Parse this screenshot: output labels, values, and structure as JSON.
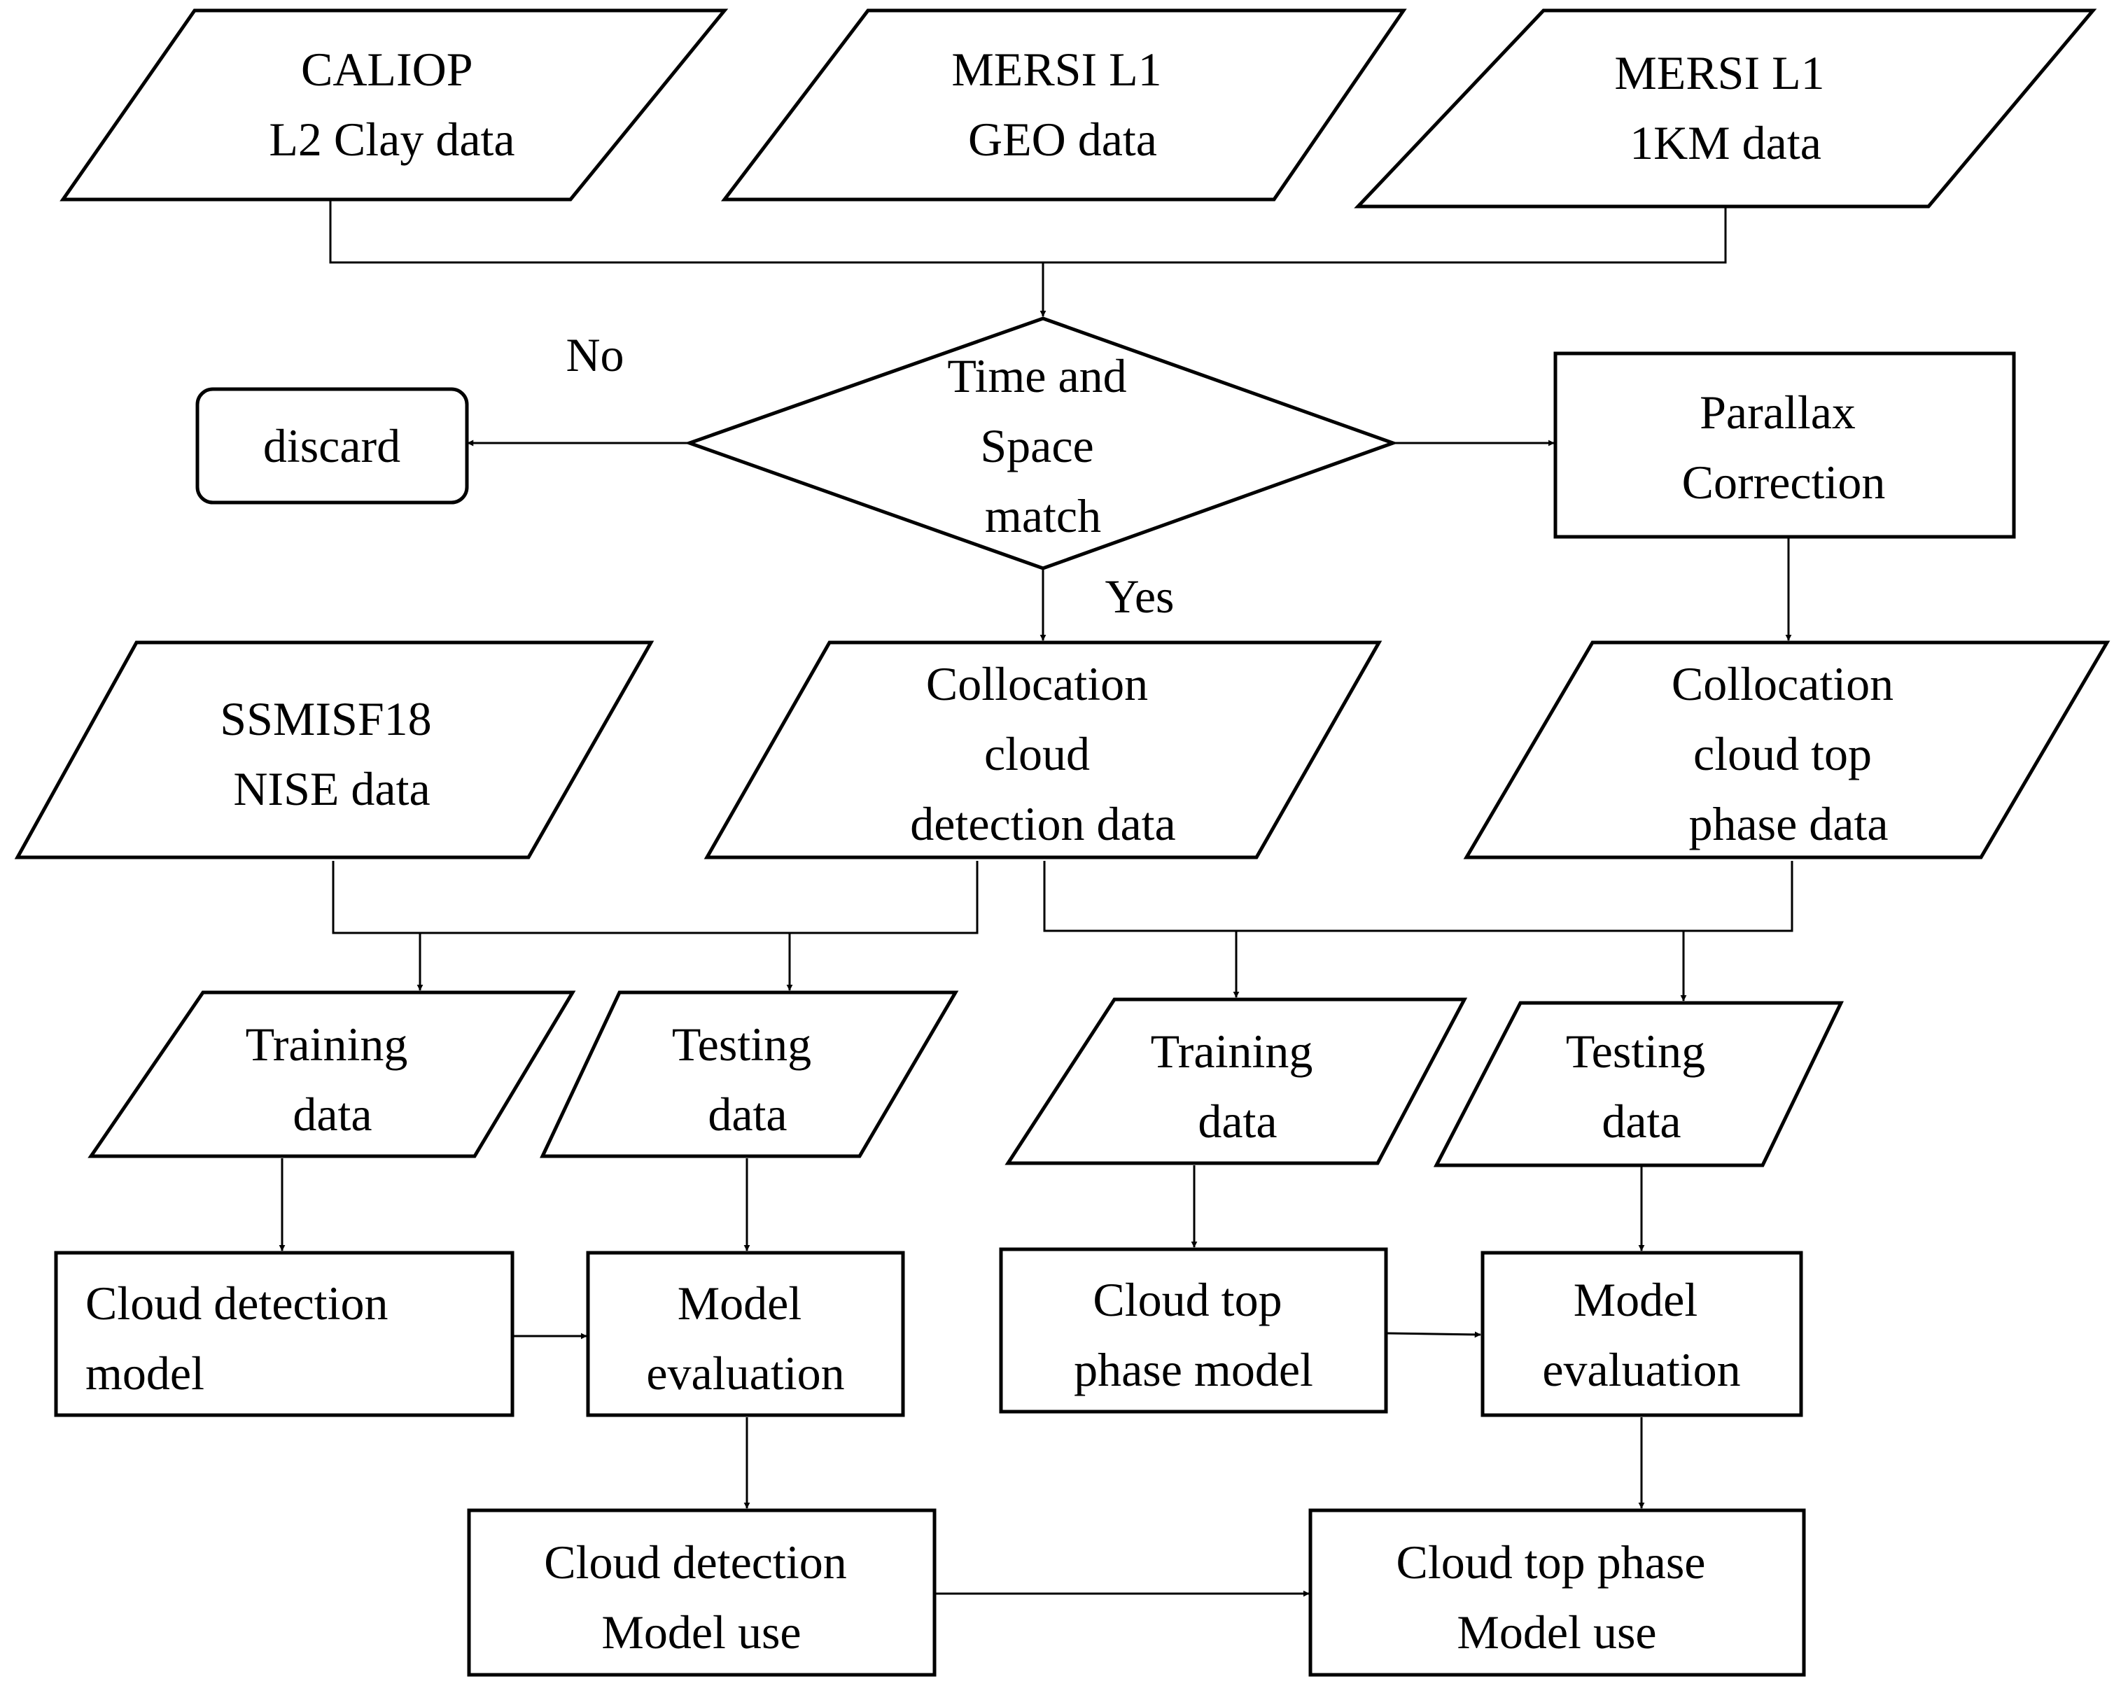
{
  "nodes": {
    "caliop": [
      "CALIOP",
      "L2 Clay data"
    ],
    "mersi_geo": [
      "MERSI L1",
      "GEO data"
    ],
    "mersi_1km": [
      "MERSI L1",
      "1KM data"
    ],
    "match": [
      "Time and",
      "Space",
      "match"
    ],
    "discard": [
      "discard"
    ],
    "parallax": [
      "Parallax",
      "Correction"
    ],
    "ssmis": [
      "SSMISF18",
      "NISE data"
    ],
    "coll_cd": [
      "Collocation",
      "cloud",
      "detection data"
    ],
    "coll_ctp": [
      "Collocation",
      "cloud top",
      "phase data"
    ],
    "train_left": [
      "Training",
      "data"
    ],
    "test_left": [
      "Testing",
      "data"
    ],
    "train_right": [
      "Training",
      "data"
    ],
    "test_right": [
      "Testing",
      "data"
    ],
    "cd_model": [
      "Cloud detection",
      "model"
    ],
    "eval_left": [
      "Model",
      "evaluation"
    ],
    "ctp_model": [
      "Cloud top",
      "phase model"
    ],
    "eval_right": [
      "Model",
      "evaluation"
    ],
    "cd_use": [
      "Cloud detection",
      "Model use"
    ],
    "ctp_use": [
      "Cloud top phase",
      "Model use"
    ]
  },
  "edge_labels": {
    "no": "No",
    "yes": "Yes"
  }
}
